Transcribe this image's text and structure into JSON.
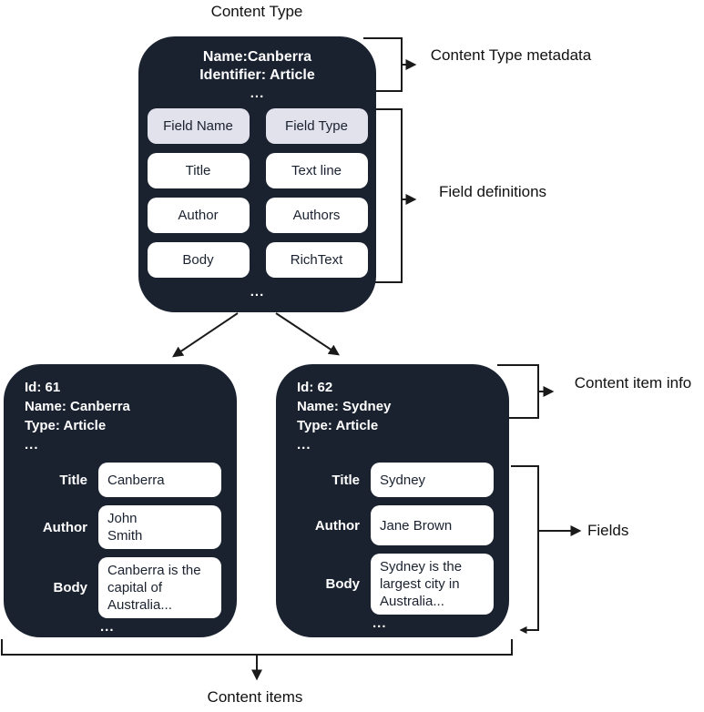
{
  "title": "Content Type",
  "glyphs": {
    "ellipsis": "..."
  },
  "annotations": {
    "metadata_label": "Content Type metadata",
    "field_definitions_label": "Field definitions",
    "content_item_info_label": "Content item info",
    "fields_label": "Fields",
    "content_items_label": "Content items"
  },
  "content_type": {
    "name_line": "Name:Canberra",
    "identifier_line": "Identifier: Article",
    "header": {
      "name": "Field Name",
      "type": "Field Type"
    },
    "fields": [
      {
        "name": "Title",
        "type": "Text line"
      },
      {
        "name": "Author",
        "type": "Authors"
      },
      {
        "name": "Body",
        "type": "RichText"
      }
    ]
  },
  "items": [
    {
      "id_line": "Id: 61",
      "name_line": "Name: Canberra",
      "type_line": "Type: Article",
      "fields": [
        {
          "label": "Title",
          "value": "Canberra"
        },
        {
          "label": "Author",
          "value": "John\nSmith"
        },
        {
          "label": "Body",
          "value": "Canberra is the\ncapital of\nAustralia..."
        }
      ]
    },
    {
      "id_line": "Id: 62",
      "name_line": "Name: Sydney",
      "type_line": "Type: Article",
      "fields": [
        {
          "label": "Title",
          "value": "Sydney"
        },
        {
          "label": "Author",
          "value": "Jane Brown"
        },
        {
          "label": "Body",
          "value": "Sydney is the\nlargest city in\nAustralia..."
        }
      ]
    }
  ],
  "colors": {
    "box_background": "#1a2230",
    "header_cell_background": "#e2e2ec",
    "cell_background": "#ffffff",
    "connector": "#1a1a1a"
  }
}
